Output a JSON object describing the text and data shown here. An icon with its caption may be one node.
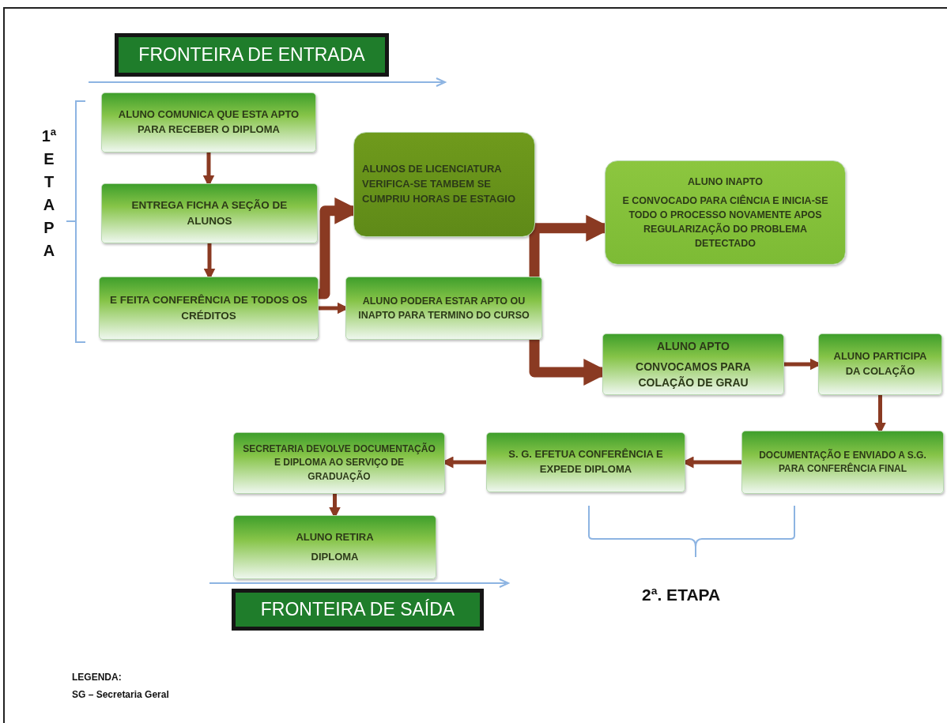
{
  "diagram": {
    "nodes": [
      {
        "text": [
          "FRONTEIRA DE ENTRADA"
        ]
      },
      {
        "text": [
          "ALUNO COMUNICA QUE ESTA APTO PARA RECEBER O DIPLOMA"
        ]
      },
      {
        "text": [
          "ENTREGA FICHA A SEÇÃO DE ALUNOS"
        ]
      },
      {
        "text": [
          "E FEITA CONFERÊNCIA DE TODOS OS CRÉDITOS"
        ]
      },
      {
        "text": [
          "ALUNOS DE LICENCIATURA VERIFICA-SE TAMBEM SE CUMPRIU HORAS DE ESTAGIO"
        ]
      },
      {
        "text": [
          "ALUNO PODERA ESTAR APTO OU INAPTO PARA TERMINO DO CURSO"
        ]
      },
      {
        "text": [
          "ALUNO INAPTO",
          "E CONVOCADO PARA CIÊNCIA E INICIA-SE TODO O PROCESSO NOVAMENTE APOS REGULARIZAÇÃO DO PROBLEMA DETECTADO"
        ]
      },
      {
        "text": [
          "ALUNO APTO",
          "CONVOCAMOS PARA COLAÇÃO DE GRAU"
        ]
      },
      {
        "text": [
          "ALUNO PARTICIPA DA COLAÇÃO"
        ]
      },
      {
        "text": [
          "DOCUMENTAÇÃO E ENVIADO A S.G. PARA CONFERÊNCIA FINAL"
        ]
      },
      {
        "text": [
          "S. G. EFETUA CONFERÊNCIA E EXPEDE DIPLOMA"
        ]
      },
      {
        "text": [
          "SECRETARIA DEVOLVE DOCUMENTAÇÃO E DIPLOMA AO SERVIÇO DE GRADUAÇÃO"
        ]
      },
      {
        "text": [
          "ALUNO RETIRA",
          "DIPLOMA"
        ]
      },
      {
        "text": [
          "FRONTEIRA DE SAÍDA"
        ]
      }
    ],
    "edges": [
      {
        "from": 1,
        "to": 2,
        "arrow": "to"
      },
      {
        "from": 2,
        "to": 3,
        "arrow": "to"
      },
      {
        "from": 3,
        "to": 4,
        "arrow": "to",
        "style": "thick"
      },
      {
        "from": 3,
        "to": 5,
        "arrow": "to"
      },
      {
        "from": 5,
        "to": 6,
        "arrow": "to",
        "style": "thick"
      },
      {
        "from": 5,
        "to": 7,
        "arrow": "to",
        "style": "thick"
      },
      {
        "from": 7,
        "to": 8,
        "arrow": "to"
      },
      {
        "from": 8,
        "to": 9,
        "arrow": "to"
      },
      {
        "from": 9,
        "to": 10,
        "arrow": "to"
      },
      {
        "from": 10,
        "to": 11,
        "arrow": "to"
      },
      {
        "from": 11,
        "to": 12,
        "arrow": "to"
      }
    ],
    "labels": [
      "1ª ETAPA",
      "2ª. ETAPA",
      "LEGENDA:",
      "SG – Secretaria Geral"
    ]
  }
}
